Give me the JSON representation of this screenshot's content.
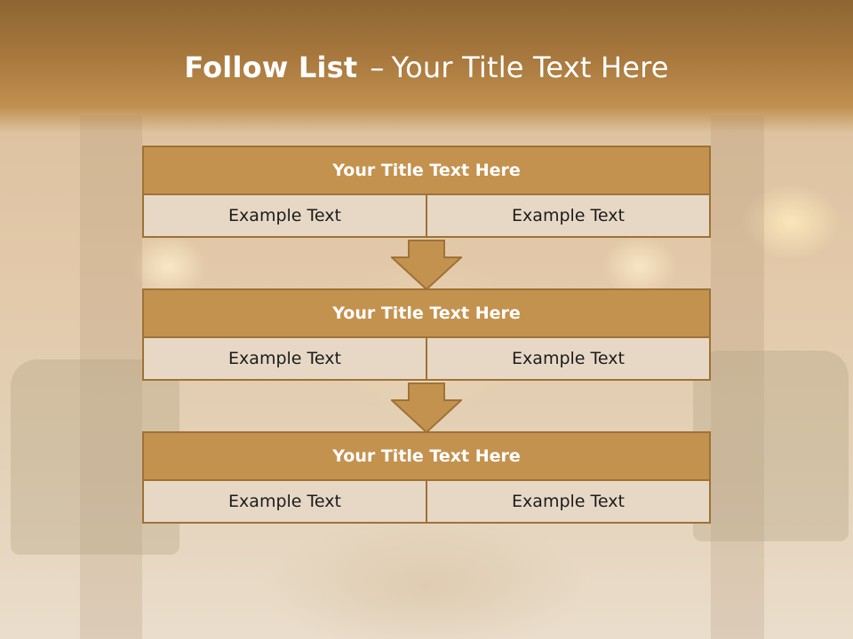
{
  "slide": {
    "title_bold": "Follow List",
    "title_dash": "–",
    "title_rest": "Your Title Text Here"
  },
  "steps": [
    {
      "heading": "Your Title Text Here",
      "left": "Example Text",
      "right": "Example Text"
    },
    {
      "heading": "Your Title Text Here",
      "left": "Example Text",
      "right": "Example Text"
    },
    {
      "heading": "Your Title Text Here",
      "left": "Example Text",
      "right": "Example Text"
    }
  ],
  "colors": {
    "header_fill": "#c4924f",
    "border": "#9e7236",
    "cell_fill": "#e7d8c6",
    "arrow_fill": "#c4924f"
  }
}
